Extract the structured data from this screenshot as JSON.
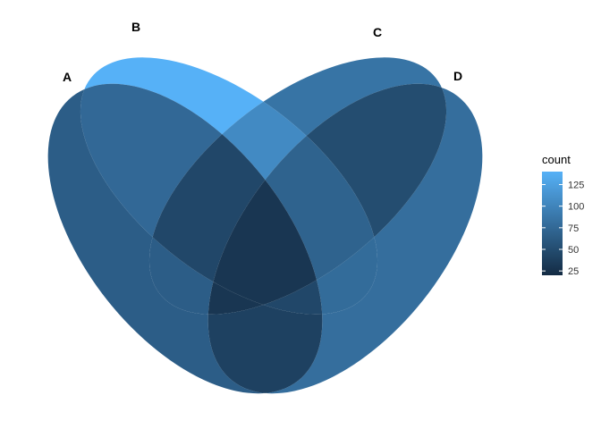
{
  "chart_data": {
    "type": "venn",
    "sets": [
      "A",
      "B",
      "C",
      "D"
    ],
    "legend": {
      "title": "count",
      "ticks": [
        25,
        50,
        75,
        100,
        125
      ],
      "tick_labels": [
        "25",
        "50",
        "75",
        "100",
        "125"
      ],
      "range": [
        20,
        140
      ],
      "color_low": "#132b43",
      "color_high": "#56b1f7",
      "placement": "right"
    },
    "regions": [
      {
        "sets": [
          "A"
        ],
        "count": 65
      },
      {
        "sets": [
          "B"
        ],
        "count": 140
      },
      {
        "sets": [
          "C"
        ],
        "count": 85
      },
      {
        "sets": [
          "D"
        ],
        "count": 80
      },
      {
        "sets": [
          "A",
          "B"
        ],
        "count": 75
      },
      {
        "sets": [
          "B",
          "C"
        ],
        "count": 105
      },
      {
        "sets": [
          "C",
          "D"
        ],
        "count": 50
      },
      {
        "sets": [
          "A",
          "C"
        ],
        "count": 65
      },
      {
        "sets": [
          "B",
          "D"
        ],
        "count": 78
      },
      {
        "sets": [
          "A",
          "B",
          "C"
        ],
        "count": 45
      },
      {
        "sets": [
          "B",
          "C",
          "D"
        ],
        "count": 70
      },
      {
        "sets": [
          "A",
          "C",
          "D"
        ],
        "count": 30
      },
      {
        "sets": [
          "A",
          "B",
          "D"
        ],
        "count": 45
      },
      {
        "sets": [
          "A",
          "B",
          "C",
          "D"
        ],
        "count": 30
      },
      {
        "sets": [
          "A",
          "D"
        ],
        "count": 40
      }
    ],
    "grid": false
  }
}
